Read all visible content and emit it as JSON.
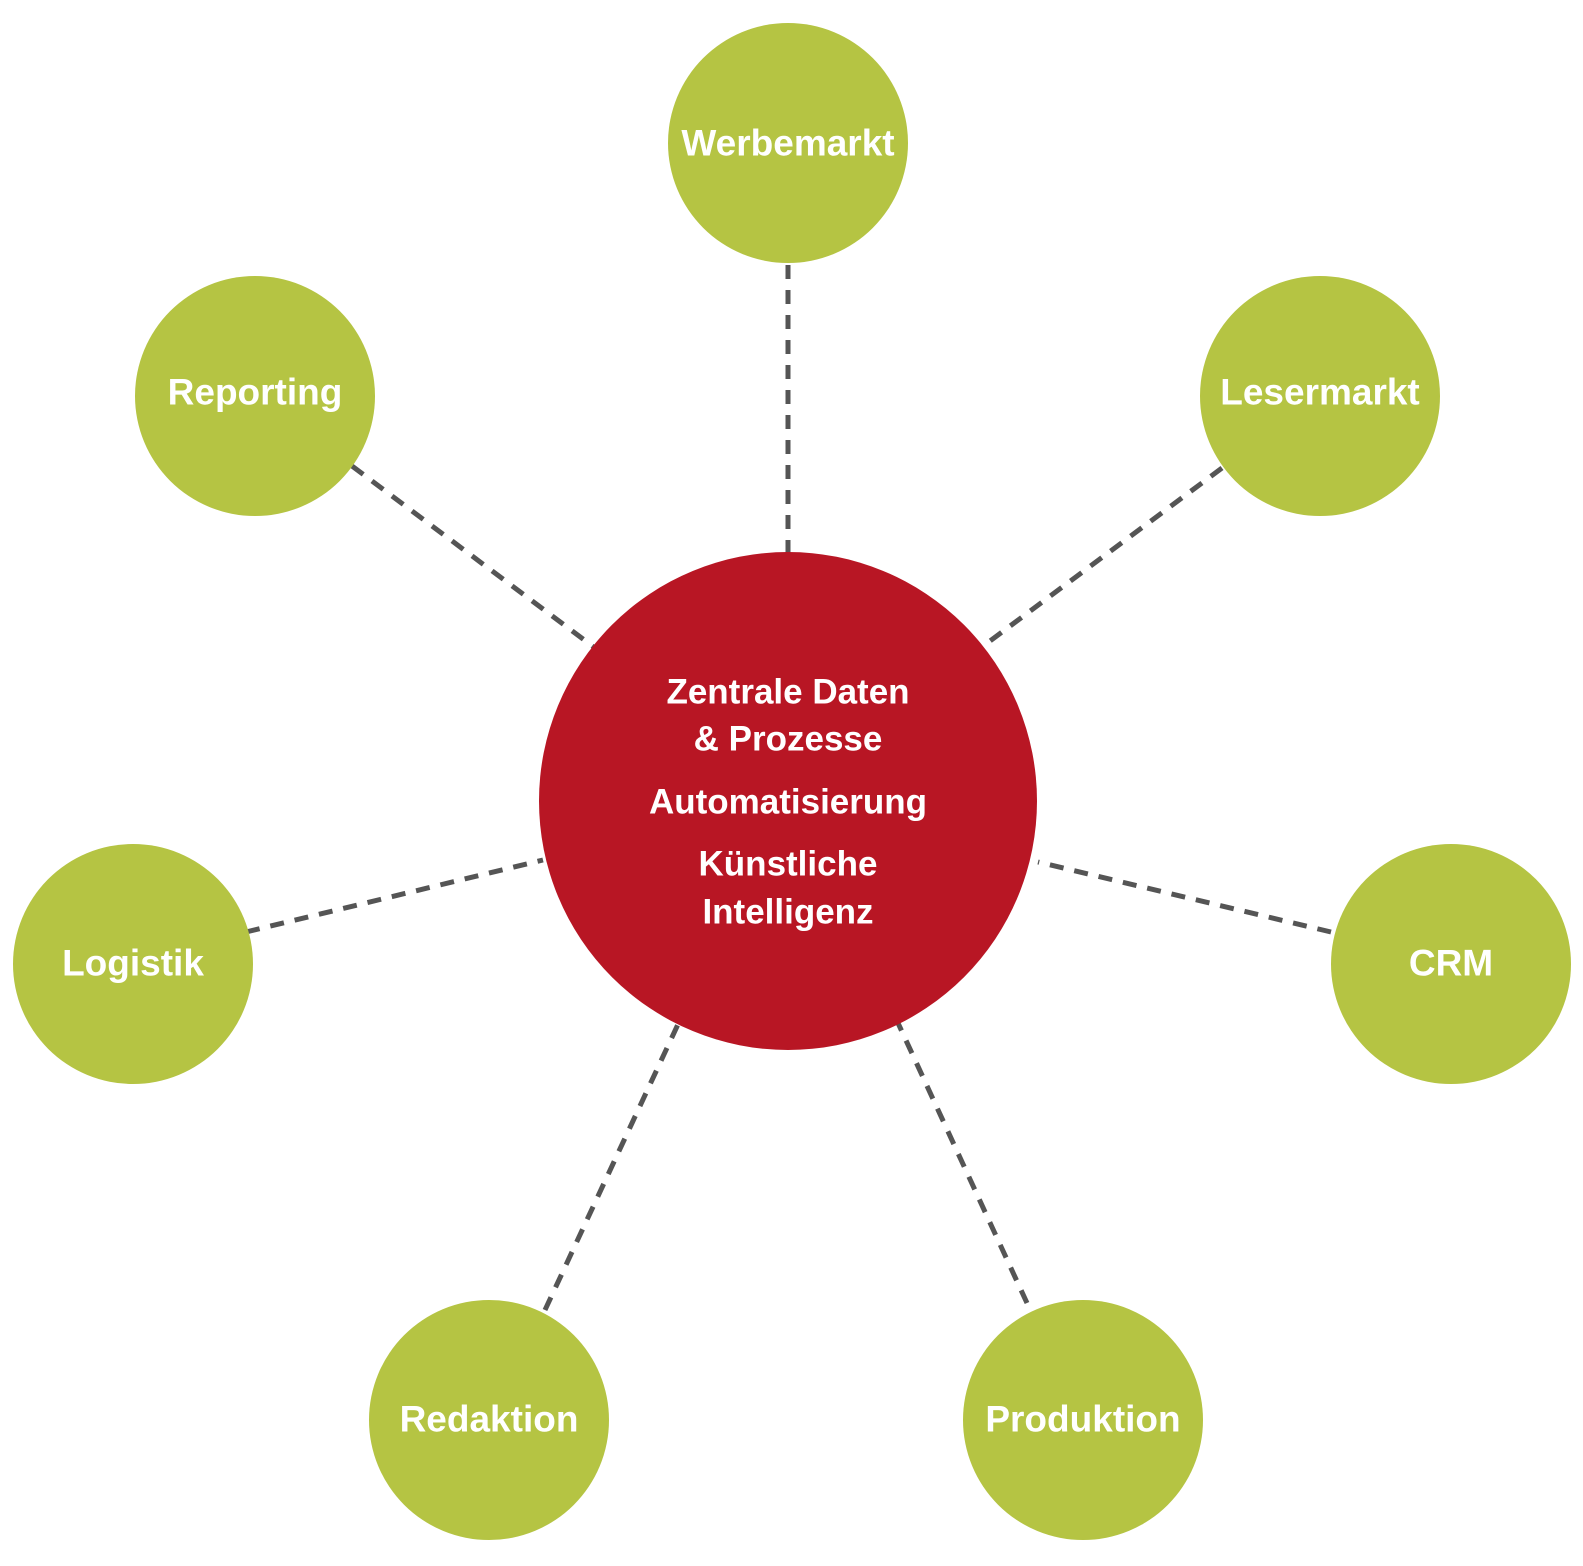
{
  "colors": {
    "node_fill": "#b5c443",
    "center_fill": "#b81624",
    "connector": "#555555",
    "text": "#ffffff"
  },
  "center": {
    "lines": [
      "Zentrale Daten",
      "& Prozesse",
      "Automatisierung",
      "Künstliche",
      "Intelligenz"
    ]
  },
  "nodes": [
    {
      "id": "werbemarkt",
      "label": "Werbemarkt"
    },
    {
      "id": "lesermarkt",
      "label": "Lesermarkt"
    },
    {
      "id": "crm",
      "label": "CRM"
    },
    {
      "id": "produktion",
      "label": "Produktion"
    },
    {
      "id": "redaktion",
      "label": "Redaktion"
    },
    {
      "id": "logistik",
      "label": "Logistik"
    },
    {
      "id": "reporting",
      "label": "Reporting"
    }
  ]
}
